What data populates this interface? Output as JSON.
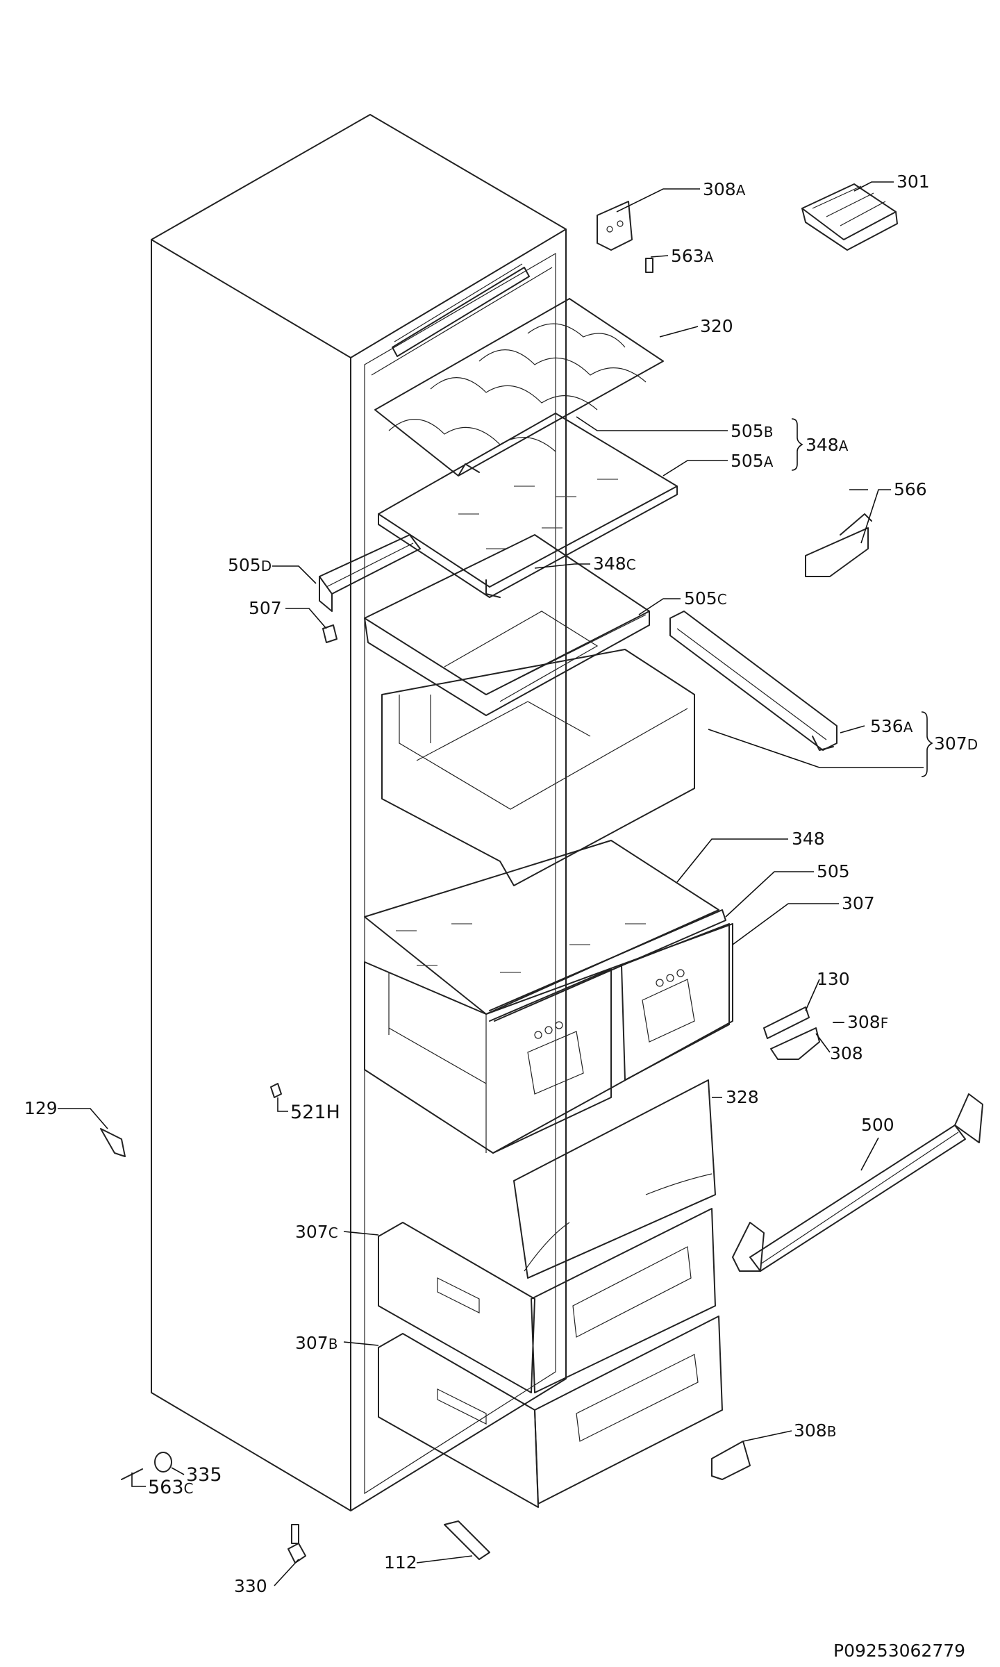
{
  "labels": {
    "p308a": {
      "main": "308",
      "sub": "A"
    },
    "p301": {
      "main": "301",
      "sub": ""
    },
    "p563a": {
      "main": "563",
      "sub": "A"
    },
    "p320": {
      "main": "320",
      "sub": ""
    },
    "p505b": {
      "main": "505",
      "sub": "B"
    },
    "p348a": {
      "main": "348",
      "sub": "A"
    },
    "p505a": {
      "main": "505",
      "sub": "A"
    },
    "p566": {
      "main": "566",
      "sub": ""
    },
    "p505d": {
      "main": "505",
      "sub": "D"
    },
    "p348c": {
      "main": "348",
      "sub": "C"
    },
    "p507": {
      "main": "507",
      "sub": ""
    },
    "p505c": {
      "main": "505",
      "sub": "C"
    },
    "p536a": {
      "main": "536",
      "sub": "A"
    },
    "p307d": {
      "main": "307",
      "sub": "D"
    },
    "p348": {
      "main": "348",
      "sub": ""
    },
    "p505": {
      "main": "505",
      "sub": ""
    },
    "p307": {
      "main": "307",
      "sub": ""
    },
    "p130": {
      "main": "130",
      "sub": ""
    },
    "p308f": {
      "main": "308",
      "sub": "F"
    },
    "p308": {
      "main": "308",
      "sub": ""
    },
    "p129": {
      "main": "129",
      "sub": ""
    },
    "p521h": {
      "main": "521H",
      "sub": ""
    },
    "p328": {
      "main": "328",
      "sub": ""
    },
    "p500": {
      "main": "500",
      "sub": ""
    },
    "p307c": {
      "main": "307",
      "sub": "C"
    },
    "p307b": {
      "main": "307",
      "sub": "B"
    },
    "p308b": {
      "main": "308",
      "sub": "B"
    },
    "p335": {
      "main": "335",
      "sub": ""
    },
    "p563c": {
      "main": "563",
      "sub": "C"
    },
    "p112": {
      "main": "112",
      "sub": ""
    },
    "p330": {
      "main": "330",
      "sub": ""
    }
  },
  "footer": {
    "code": "P09253062779"
  }
}
